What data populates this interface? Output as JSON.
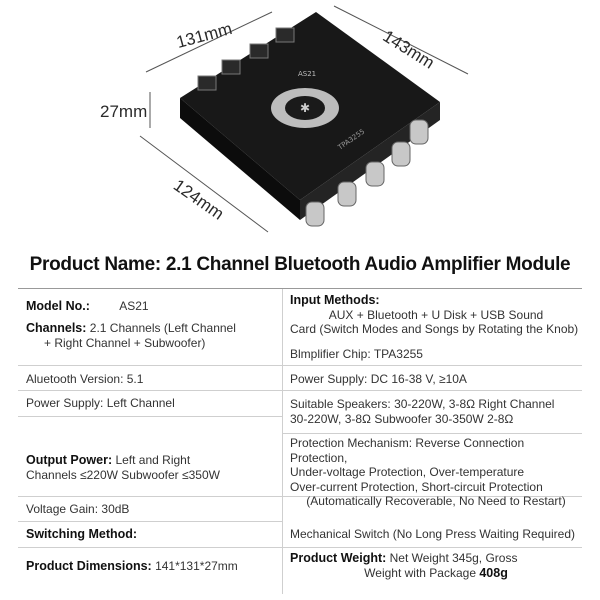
{
  "dimensions": {
    "width": "131mm",
    "depth": "143mm",
    "height": "27mm",
    "length": "124mm"
  },
  "board_labels": {
    "chip_label": "TPA3255",
    "model_label": "AS21"
  },
  "title": "Product Name: 2.1 Channel Bluetooth Audio Amplifier Module",
  "left": {
    "model_label": "Model No.:",
    "model_value": "AS21",
    "channels_label": "Channels:",
    "channels_value": "2.1 Channels (Left Channel",
    "channels_value2": "+ Right Channel + Subwoofer)",
    "bt_label": "Aluetooth Version:",
    "bt_value": "5.1",
    "ps_label": "Power Supply:",
    "ps_value": "Left Channel",
    "out_label": "Output Power:",
    "out_value": "Left and Right",
    "out_value2": "Channels ≤220W Subwoofer ≤350W",
    "gain_label": "Voltage Gain:",
    "gain_value": "30dB",
    "switch_label": "Switching Method:",
    "dim_label": "Product Dimensions:",
    "dim_value": "141*131*27mm"
  },
  "right": {
    "input_label": "Input Methods:",
    "input_line1": "AUX + Bluetooth + U Disk + USB Sound",
    "input_line2": "Card (Switch Modes and Songs by Rotating the Knob)",
    "chip_label": "Blmplifier Chip:",
    "chip_value": "TPA3255",
    "ps_label": "Power Supply:",
    "ps_value": "DC 16-38 V, ≥10A",
    "spk_label": "Suitable Speakers:",
    "spk_value": "30-220W, 3-8Ω Right Channel",
    "spk_value2": "30-220W, 3-8Ω Subwoofer 30-350W 2-8Ω",
    "prot_label": "Protection Mechanism:",
    "prot_value": "Reverse Connection Protection,",
    "prot_line2": "Under-voltage Protection, Over-temperature",
    "prot_line3": "Over-current Protection, Short-circuit Protection",
    "prot_line4": "(Automatically Recoverable, No Need to Restart)",
    "switch_value": "Mechanical Switch (No Long Press Waiting Required)",
    "weight_label": "Product Weight:",
    "weight_value": "Net Weight 345g, Gross",
    "weight_line2": "Weight with Package",
    "weight_value2": "408g"
  },
  "colors": {
    "board": "#141414",
    "knob": "#c8c8c8",
    "line": "#cfcfcf"
  }
}
